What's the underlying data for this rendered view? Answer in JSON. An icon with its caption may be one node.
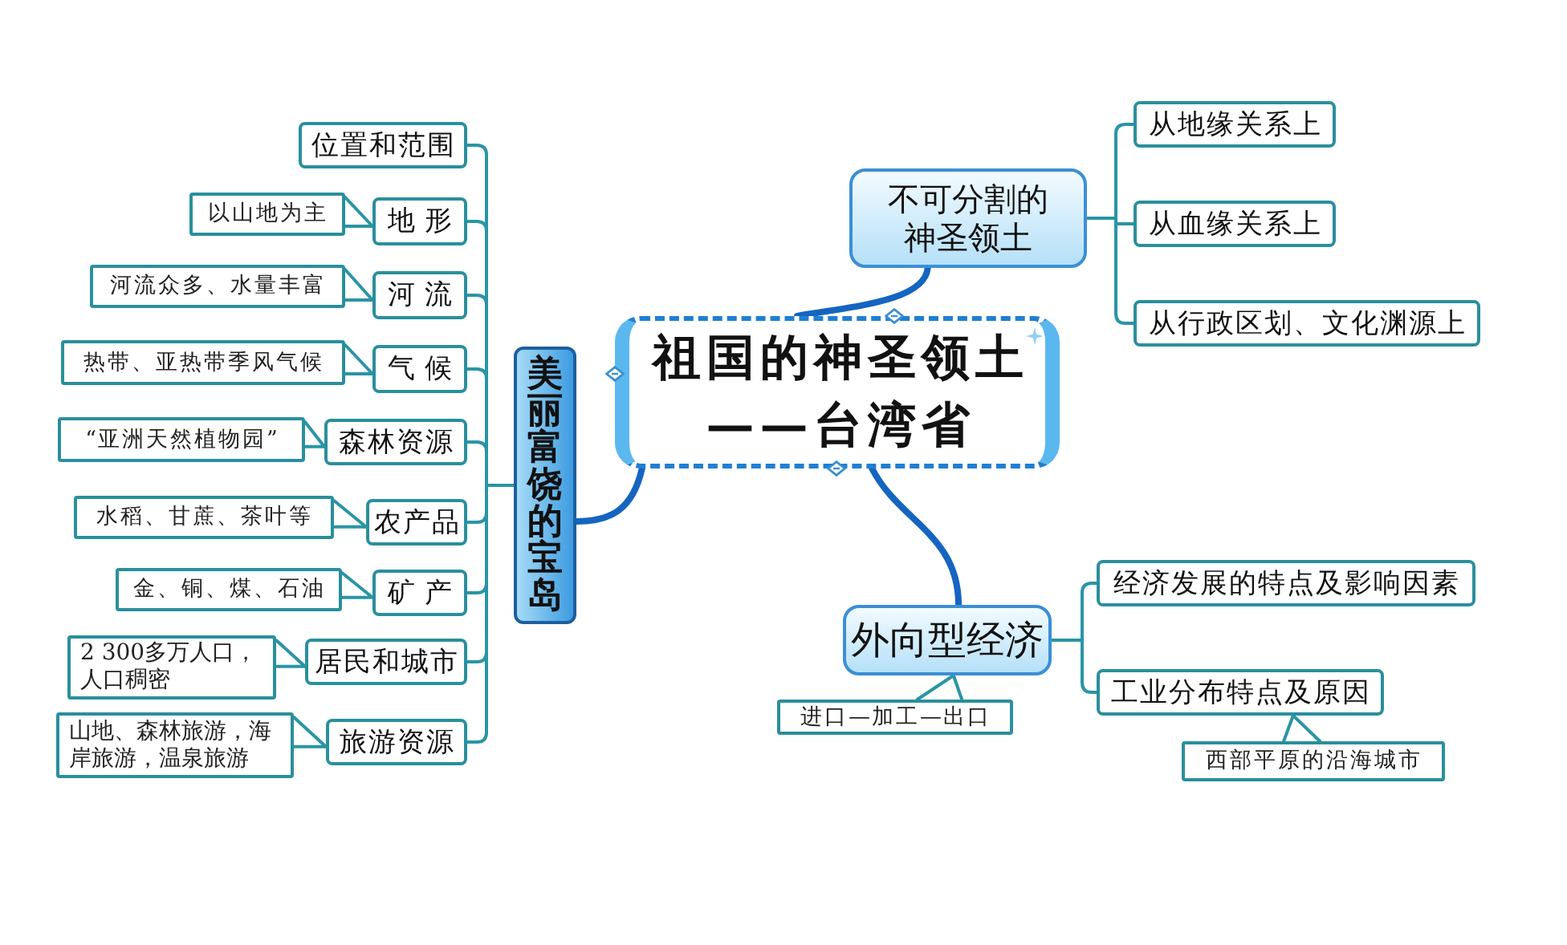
{
  "diagram": {
    "nodes": [
      {
        "text": [
          "祖国的神圣领土——台湾省"
        ]
      },
      {
        "text": [
          "美丽富饶的宝岛"
        ]
      },
      {
        "text": [
          "位置和范围"
        ]
      },
      {
        "text": [
          "地形"
        ]
      },
      {
        "text": [
          "以山地为主"
        ]
      },
      {
        "text": [
          "河流"
        ]
      },
      {
        "text": [
          "河流众多、水量丰富"
        ]
      },
      {
        "text": [
          "气候"
        ]
      },
      {
        "text": [
          "热带、亚热带季风气候"
        ]
      },
      {
        "text": [
          "森林资源"
        ]
      },
      {
        "text": [
          "“亚洲天然植物园”"
        ]
      },
      {
        "text": [
          "农产品"
        ]
      },
      {
        "text": [
          "水稻、甘蔗、茶叶等"
        ]
      },
      {
        "text": [
          "矿产"
        ]
      },
      {
        "text": [
          "金、铜、煤、石油"
        ]
      },
      {
        "text": [
          "居民和城市"
        ]
      },
      {
        "text": [
          "2 300多万人口，人口稠密"
        ]
      },
      {
        "text": [
          "旅游资源"
        ]
      },
      {
        "text": [
          "山地、森林旅游，海岸旅游，温泉旅游"
        ]
      },
      {
        "text": [
          "不可分割的神圣领土"
        ]
      },
      {
        "text": [
          "从地缘关系上"
        ]
      },
      {
        "text": [
          "从血缘关系上"
        ]
      },
      {
        "text": [
          "从行政区划、文化渊源上"
        ]
      },
      {
        "text": [
          "外向型经济"
        ]
      },
      {
        "text": [
          "进口—加工—出口"
        ]
      },
      {
        "text": [
          "经济发展的特点及影响因素"
        ]
      },
      {
        "text": [
          "工业分布特点及原因"
        ]
      },
      {
        "text": [
          "西部平原的沿海城市"
        ]
      }
    ],
    "edges": [
      {
        "from": 0,
        "to": 1,
        "arrow": "none",
        "style": "thick",
        "color": "#1565c0"
      },
      {
        "from": 0,
        "to": 19,
        "arrow": "none",
        "style": "thick",
        "color": "#1565c0"
      },
      {
        "from": 0,
        "to": 23,
        "arrow": "none",
        "style": "thick",
        "color": "#1565c0"
      },
      {
        "from": 1,
        "to": 2,
        "arrow": "none"
      },
      {
        "from": 1,
        "to": 3,
        "arrow": "none"
      },
      {
        "from": 1,
        "to": 5,
        "arrow": "none"
      },
      {
        "from": 1,
        "to": 7,
        "arrow": "none"
      },
      {
        "from": 1,
        "to": 9,
        "arrow": "none"
      },
      {
        "from": 1,
        "to": 11,
        "arrow": "none"
      },
      {
        "from": 1,
        "to": 13,
        "arrow": "none"
      },
      {
        "from": 1,
        "to": 15,
        "arrow": "none"
      },
      {
        "from": 1,
        "to": 17,
        "arrow": "none"
      },
      {
        "from": 3,
        "to": 4,
        "arrow": "none"
      },
      {
        "from": 5,
        "to": 6,
        "arrow": "none"
      },
      {
        "from": 7,
        "to": 8,
        "arrow": "none"
      },
      {
        "from": 9,
        "to": 10,
        "arrow": "none"
      },
      {
        "from": 11,
        "to": 12,
        "arrow": "none"
      },
      {
        "from": 13,
        "to": 14,
        "arrow": "none"
      },
      {
        "from": 15,
        "to": 16,
        "arrow": "none"
      },
      {
        "from": 17,
        "to": 18,
        "arrow": "none"
      },
      {
        "from": 19,
        "to": 20,
        "arrow": "none"
      },
      {
        "from": 19,
        "to": 21,
        "arrow": "none"
      },
      {
        "from": 19,
        "to": 22,
        "arrow": "none"
      },
      {
        "from": 23,
        "to": 25,
        "arrow": "none"
      },
      {
        "from": 23,
        "to": 26,
        "arrow": "none"
      },
      {
        "from": 23,
        "to": 24,
        "arrow": "none"
      },
      {
        "from": 26,
        "to": 27,
        "arrow": "none"
      }
    ]
  }
}
